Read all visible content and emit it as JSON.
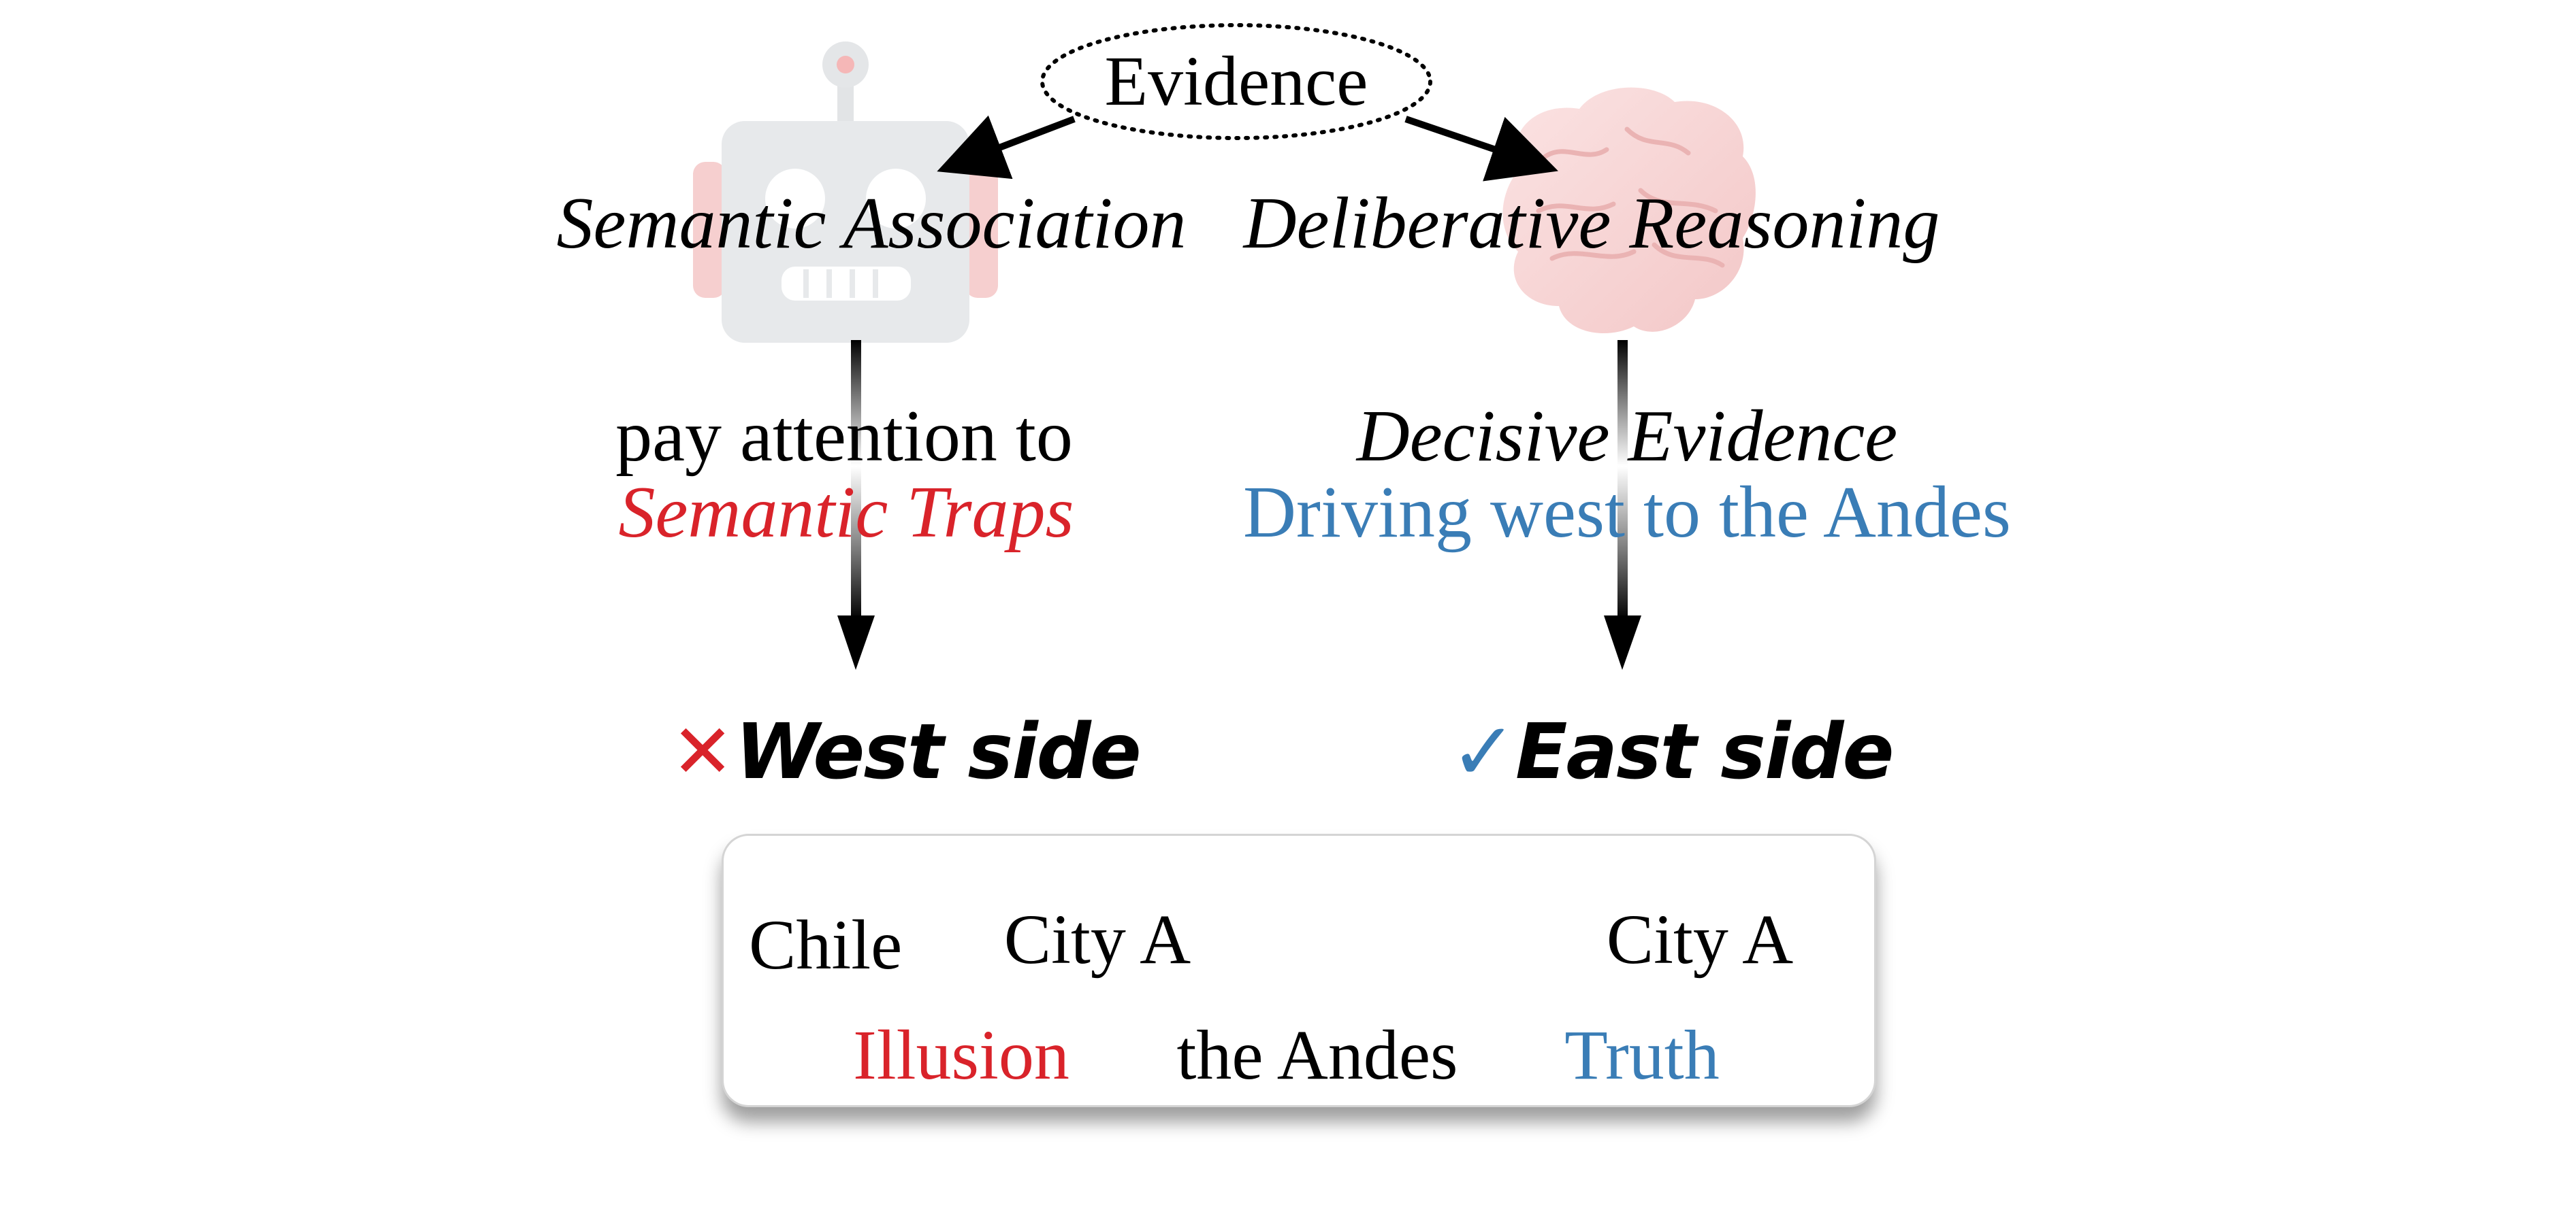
{
  "evidence": {
    "label": "Evidence"
  },
  "left": {
    "title": "Semantic Association",
    "note_line1": "pay attention to",
    "note_line2": "Semantic Traps",
    "verdict_mark": "✕",
    "verdict": "West side",
    "icon": "robot-icon"
  },
  "right": {
    "title": "Deliberative Reasoning",
    "note_line1": "Decisive Evidence",
    "note_line2": "Driving west to the Andes",
    "verdict_mark": "✓",
    "verdict": "East side",
    "icon": "brain-icon"
  },
  "legend": {
    "chile": "Chile",
    "city_illusion": "City A",
    "city_truth": "City A",
    "illusion": "Illusion",
    "andes": "the Andes",
    "truth": "Truth"
  },
  "colors": {
    "trap_red": "#d9232a",
    "truth_blue": "#3a7db6",
    "robot_gray": "#e7e9eb",
    "robot_pink": "#f6cfcf",
    "brain_pink": "#f8d6d6"
  }
}
